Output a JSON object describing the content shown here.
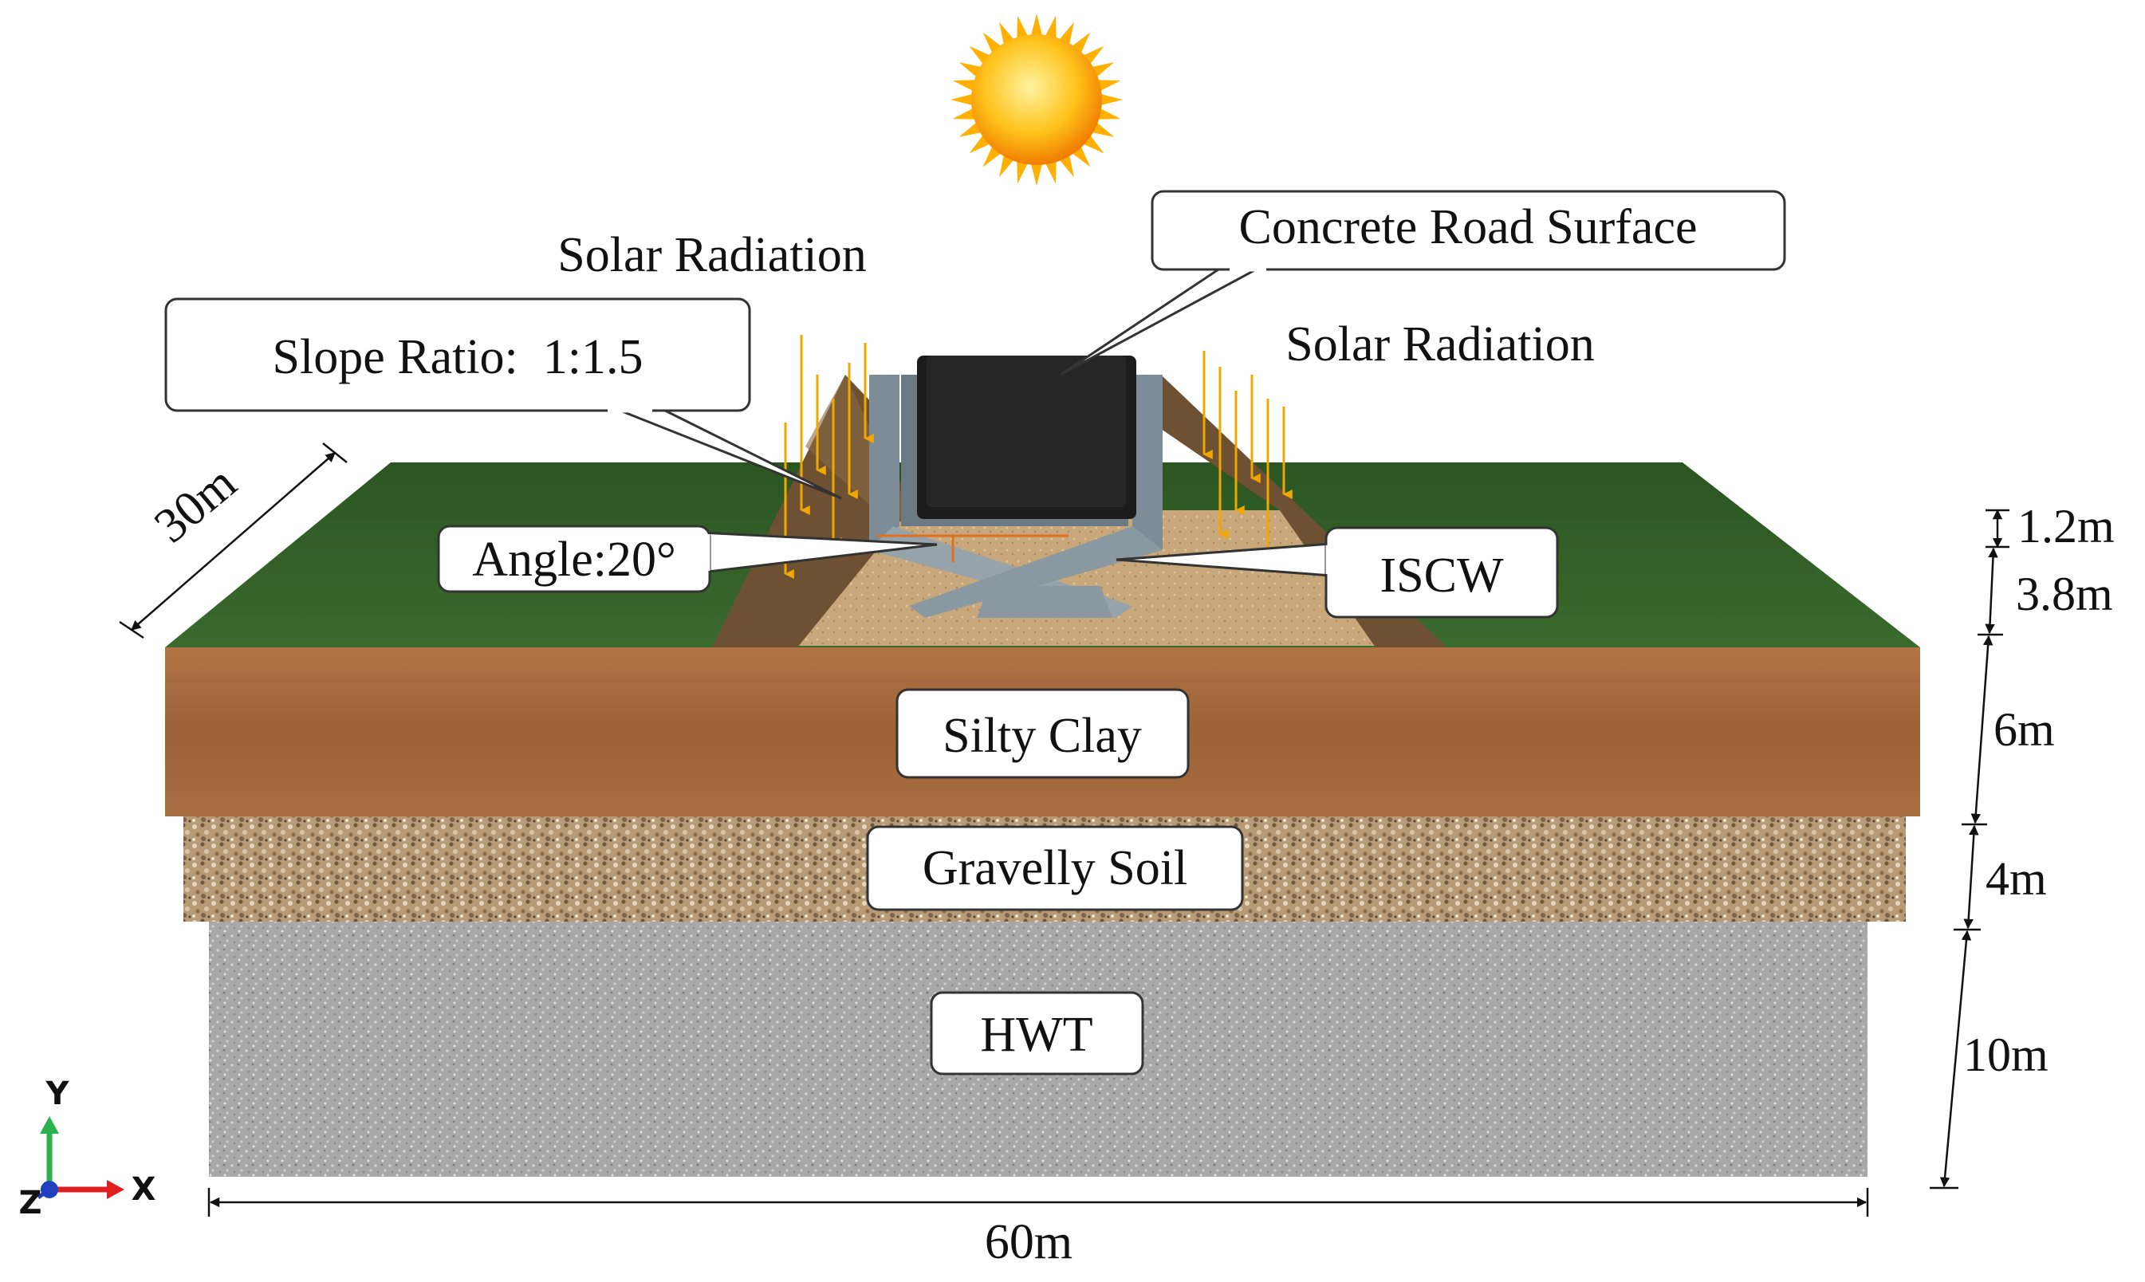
{
  "labels": {
    "solar_radiation_left": "Solar Radiation",
    "solar_radiation_right": "Solar Radiation",
    "concrete_road_surface": "Concrete Road Surface",
    "slope_ratio": "Slope Ratio:  1:1.5",
    "angle": "Angle:20°",
    "iscw": "ISCW",
    "silty_clay": "Silty Clay",
    "gravelly_soil": "Gravelly Soil",
    "hwt": "HWT"
  },
  "dimensions": {
    "width": "30m",
    "length": "60m",
    "layer_1": "1.2m",
    "layer_2": "3.8m",
    "layer_3": "6m",
    "layer_4": "4m",
    "layer_5": "10m"
  },
  "axes": {
    "y": "Y",
    "x": "X",
    "z": "Z"
  },
  "colors": {
    "grass": "#2f5a24",
    "silty_clay": "#a0673a",
    "gravelly_soil": "#b89a74",
    "hwt": "#a8a8a8",
    "embankment_fill": "#c8a87a",
    "embankment_slope": "#6e5133",
    "road_surface": "#1c1c1c",
    "iscw": "#7d8c96",
    "radiation_arrow": "#f0a800",
    "sun": "#ffc21a",
    "axis_y": "#2bb24c",
    "axis_x": "#e02020",
    "axis_z": "#2040c0"
  }
}
